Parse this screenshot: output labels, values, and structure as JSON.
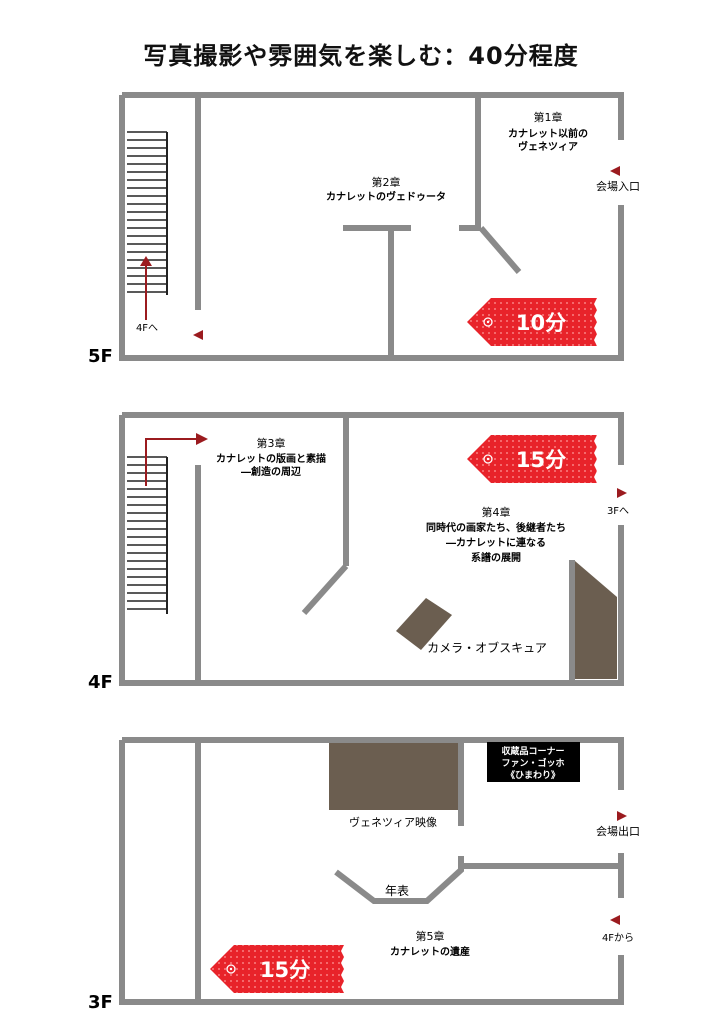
{
  "title": "写真撮影や雰囲気を楽しむ：40分程度",
  "colors": {
    "wall": "#8a8a8a",
    "arrow": "#9b1b1f",
    "tag": "#e8232a",
    "dark_block": "#6b5e50",
    "black_box": "#000000",
    "text": "#111111"
  },
  "floors": {
    "f5": {
      "label": "5F",
      "ch1_num": "第1章",
      "ch1_title_1": "カナレット以前の",
      "ch1_title_2": "ヴェネツィア",
      "ch2_num": "第2章",
      "ch2_title": "カナレットのヴェドゥータ",
      "entrance": "会場入口",
      "to_4f": "4Fへ",
      "time": "10分"
    },
    "f4": {
      "label": "4F",
      "ch3_num": "第3章",
      "ch3_title_1": "カナレットの版画と素描",
      "ch3_title_2": "―創造の周辺",
      "ch4_num": "第4章",
      "ch4_title_1": "同時代の画家たち、後継者たち",
      "ch4_title_2": "―カナレットに連なる",
      "ch4_title_3": "系譜の展開",
      "to_3f": "3Fへ",
      "camera": "カメラ・オブスキュア",
      "time": "15分"
    },
    "f3": {
      "label": "3F",
      "collection_1": "収蔵品コーナー",
      "collection_2": "ファン・ゴッホ",
      "collection_3": "《ひまわり》",
      "venice_video": "ヴェネツィア映像",
      "exit": "会場出口",
      "timeline": "年表",
      "ch5_num": "第5章",
      "ch5_title": "カナレットの遺産",
      "from_4f": "4Fから",
      "time": "15分"
    }
  }
}
